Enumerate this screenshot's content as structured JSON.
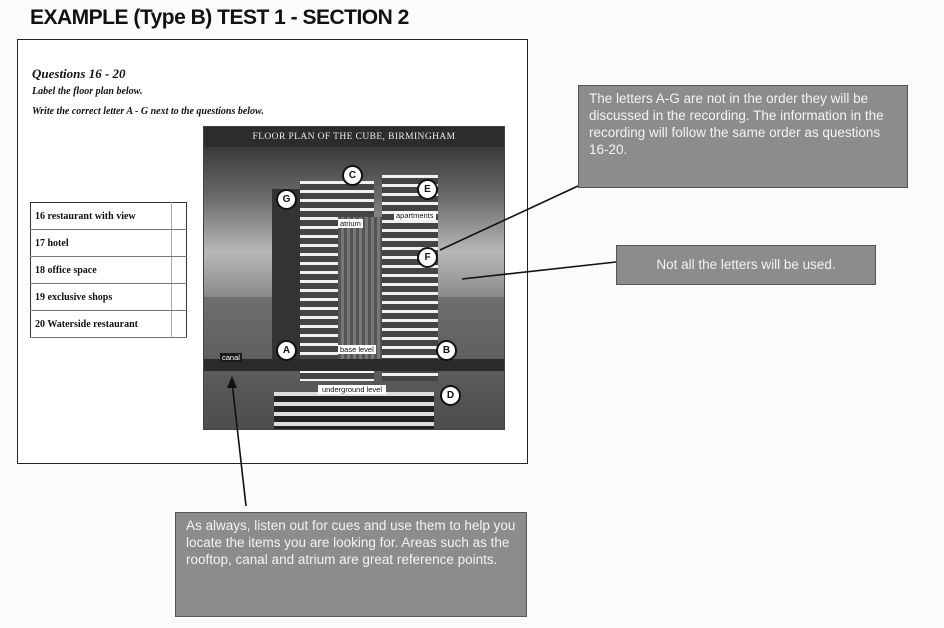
{
  "page_title": "EXAMPLE (Type B) TEST 1 - SECTION 2",
  "questions": {
    "heading": "Questions 16 - 20",
    "instruction1": "Label the floor plan below.",
    "instruction2": "Write the correct letter A - G next to the questions below.",
    "items": [
      "16 restaurant with view",
      "17 hotel",
      "18 office space",
      "19 exclusive shops",
      "20 Waterside restaurant"
    ]
  },
  "floor_plan": {
    "title": "FLOOR PLAN OF THE CUBE, BIRMINGHAM",
    "markers": [
      "A",
      "B",
      "C",
      "D",
      "E",
      "F",
      "G"
    ],
    "labels": {
      "atrium": "atrium",
      "apartments": "apartments",
      "base_level": "base level",
      "canal": "canal",
      "underground": "underground level"
    }
  },
  "notes": {
    "order": "The letters A-G are not in the order they will be discussed in the recording. The information in the recording will follow the same order as questions 16-20.",
    "not_all": "Not all the letters will be used.",
    "cues": "As always, listen out for cues and use them to help you locate the items you are looking for. Areas such as the rooftop, canal and atrium are great reference points."
  },
  "colors": {
    "note_bg": "#8c8c8a",
    "note_text": "#f3f3f3"
  }
}
